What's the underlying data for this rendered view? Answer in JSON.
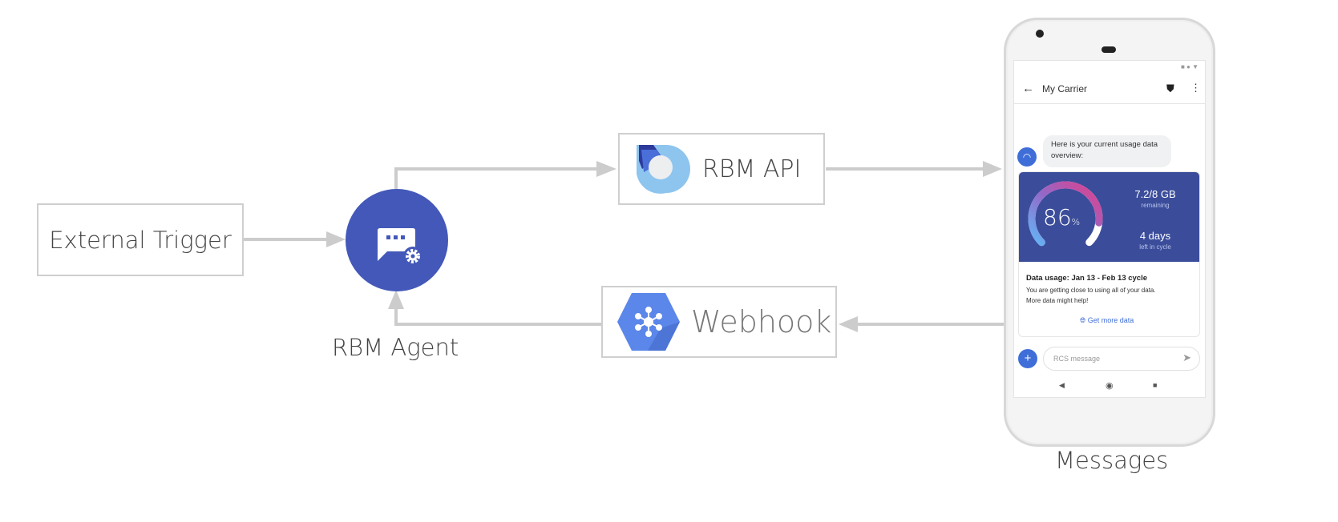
{
  "nodes": {
    "external_trigger": "External Trigger",
    "rbm_agent": "RBM Agent",
    "rbm_api": "RBM API",
    "webhook": "Webhook",
    "messages": "Messages"
  },
  "colors": {
    "agent": "#4358b8",
    "arrow": "#cccccc",
    "card": "#3b4d9a",
    "accent": "#4173e0"
  },
  "phone": {
    "header_title": "My Carrier",
    "bubble": "Here is your current usage data overview:",
    "gauge_value": "86",
    "gauge_unit": "%",
    "gauge_fraction": 0.86,
    "data_remaining": "7.2/8 GB",
    "remaining_label": "remaining",
    "days": "4 days",
    "days_label": "left in cycle",
    "card_title": "Data usage: Jan 13 - Feb 13 cycle",
    "card_text_1": "You are getting close to using all of your data.",
    "card_text_2": "More data might help!",
    "card_action": "Get more data",
    "input_placeholder": "RCS message"
  }
}
